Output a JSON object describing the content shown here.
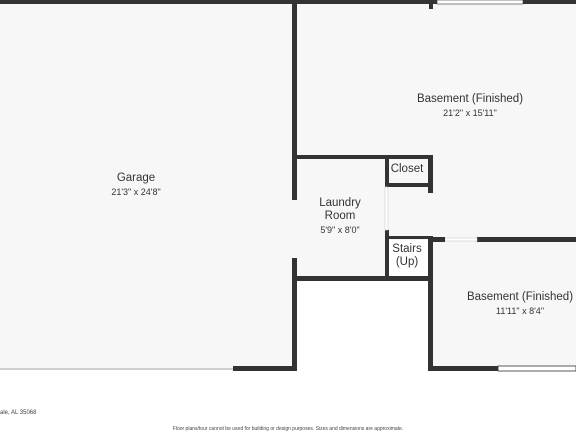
{
  "rooms": {
    "garage": {
      "name": "Garage",
      "dimensions": "21'3\" x 24'8\""
    },
    "basement_main": {
      "name": "Basement (Finished)",
      "dimensions": "21'2\" x 15'11\""
    },
    "laundry": {
      "name_line1": "Laundry",
      "name_line2": "Room",
      "dimensions": "5'9\" x 8'0\""
    },
    "closet": {
      "name": "Closet"
    },
    "stairs": {
      "name_line1": "Stairs",
      "name_line2": "(Up)"
    },
    "basement_lower": {
      "name": "Basement (Finished)",
      "dimensions": "11'11\" x 8'4\""
    }
  },
  "footer": {
    "address": "ale, AL 35068",
    "disclaimer": "Floor plans/tour cannot be used for building or design purposes. Sizes and dimensions are approximate."
  },
  "colors": {
    "wall": "#333333",
    "floor": "#f7f7f7",
    "background": "#ffffff",
    "text": "#333333"
  }
}
